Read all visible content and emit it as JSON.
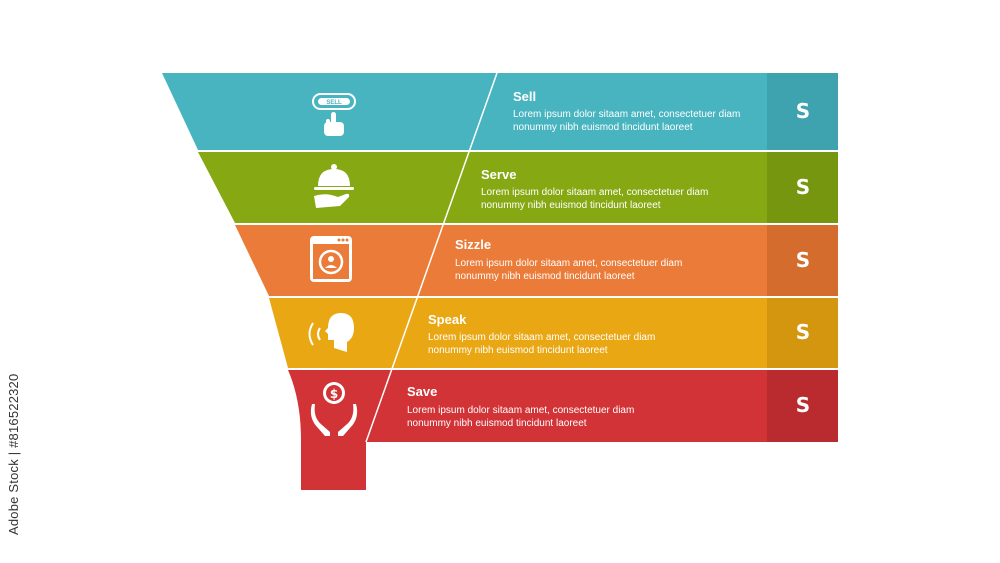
{
  "funnel": {
    "stages": [
      {
        "title": "Sell",
        "line1": "Lorem ipsum dolor sitaam amet, consectetuer diam",
        "line2": "nonummy  nibh euismod tincidunt laoreet",
        "letter": "S",
        "icon": "sell-button-hand-icon",
        "color": "#47b4c0",
        "band_color": "#3ea3ae",
        "button_label": "SELL"
      },
      {
        "title": "Serve",
        "line1": "Lorem ipsum dolor sitaam amet, consectetuer diam",
        "line2": "nonummy  nibh euismod tincidunt laoreet",
        "letter": "S",
        "icon": "serving-cloche-hand-icon",
        "color": "#86a813",
        "band_color": "#76960f",
        "button_label": ""
      },
      {
        "title": "Sizzle",
        "line1": "Lorem ipsum dolor sitaam amet, consectetuer diam",
        "line2": "nonummy  nibh euismod tincidunt laoreet",
        "letter": "S",
        "icon": "browser-user-refresh-icon",
        "color": "#ea7b38",
        "band_color": "#d46c2e",
        "button_label": ""
      },
      {
        "title": "Speak",
        "line1": "Lorem ipsum dolor sitaam amet, consectetuer diam",
        "line2": "nonummy  nibh euismod tincidunt laoreet",
        "letter": "S",
        "icon": "speaking-head-icon",
        "color": "#e9a713",
        "band_color": "#d3960e",
        "button_label": ""
      },
      {
        "title": "Save",
        "line1": "Lorem ipsum dolor sitaam amet, consectetuer diam",
        "line2": "nonummy  nibh euismod tincidunt laoreet",
        "letter": "S",
        "icon": "hands-dollar-coin-icon",
        "color": "#d13336",
        "band_color": "#b92b2e",
        "button_label": ""
      }
    ]
  },
  "watermark": {
    "text": "Adobe Stock | #816522320"
  }
}
